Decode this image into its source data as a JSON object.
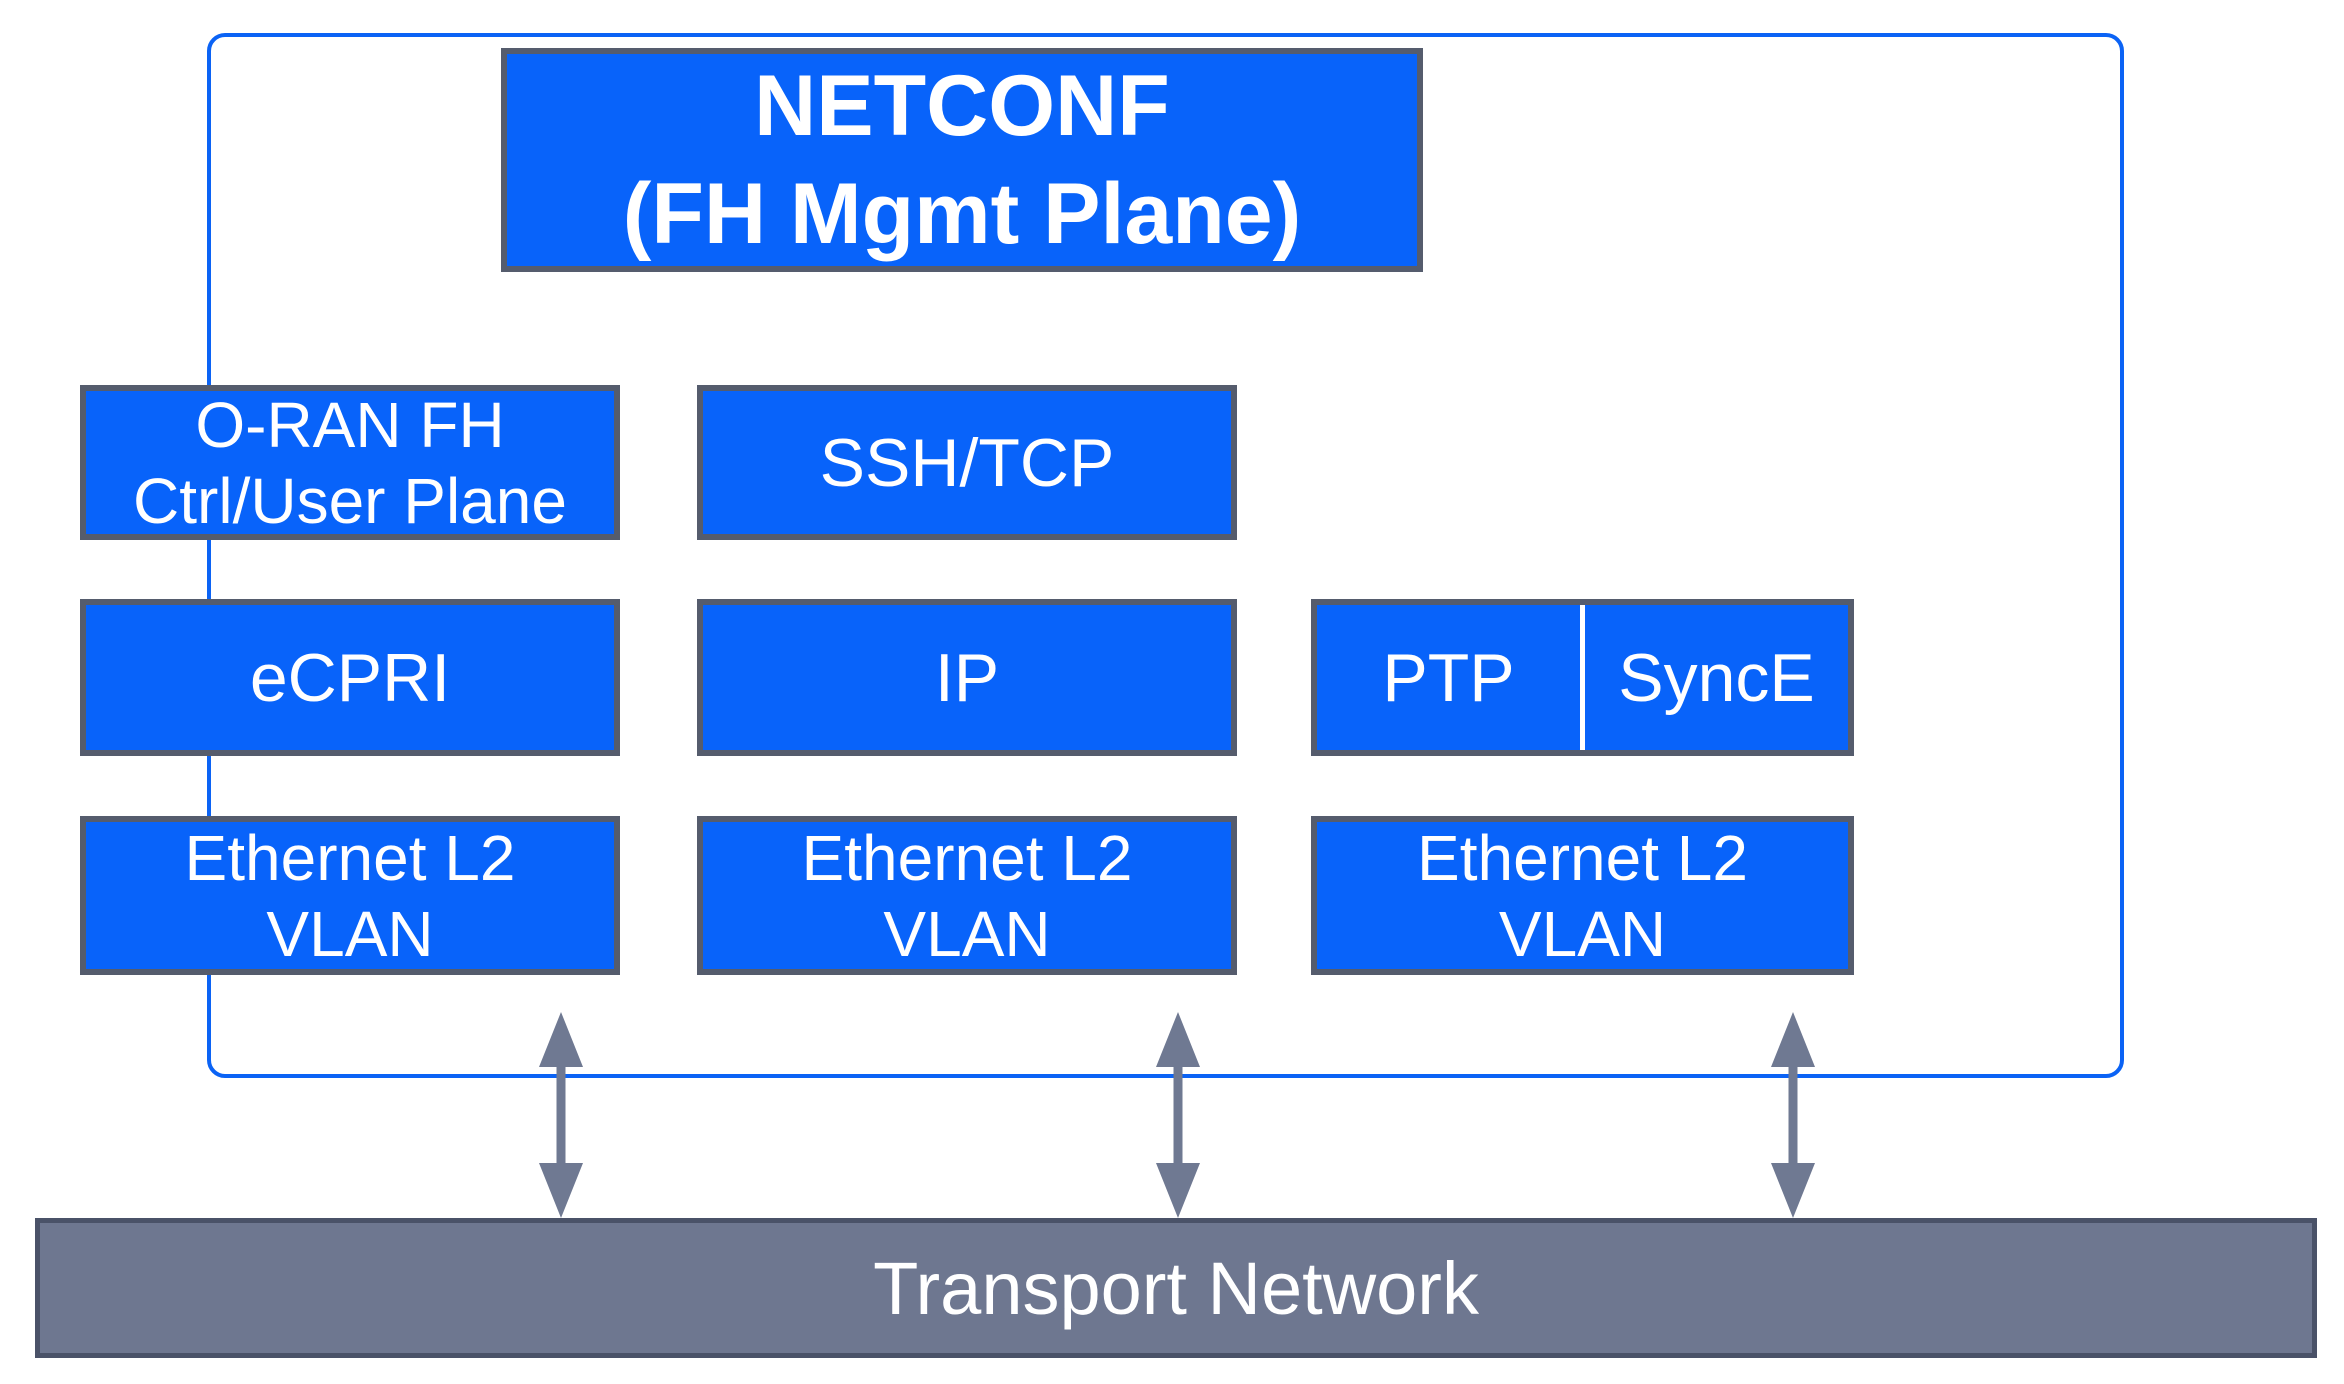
{
  "colors": {
    "box-blue": "#0863FA",
    "box-border": "#555C6D",
    "container-border": "#0B63F5",
    "transport-fill": "#6E7790",
    "transport-border": "#4A5268",
    "arrow": "#6F7992",
    "text": "#FFFFFF"
  },
  "netconf": {
    "line1": "NETCONF",
    "line2": "(FH Mgmt Plane)"
  },
  "oran": {
    "line1": "O-RAN FH",
    "line2": "Ctrl/User Plane"
  },
  "ssh_tcp": {
    "label": "SSH/TCP"
  },
  "ecpri": {
    "label": "eCPRI"
  },
  "ip": {
    "label": "IP"
  },
  "ptp": {
    "label": "PTP"
  },
  "synce": {
    "label": "SyncE"
  },
  "ethernet": {
    "line1": "Ethernet L2",
    "line2": "VLAN"
  },
  "transport": {
    "label": "Transport Network"
  }
}
